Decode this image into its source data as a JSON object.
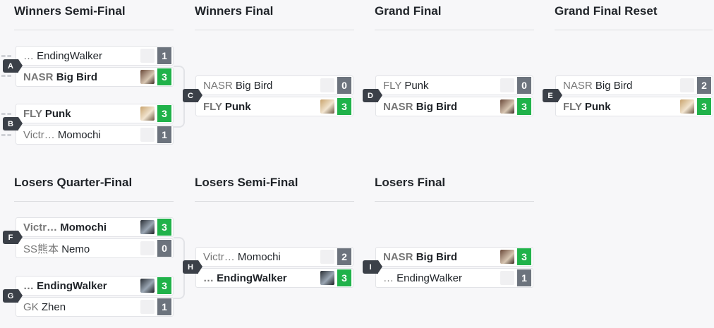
{
  "rounds": {
    "winners_semi": "Winners Semi-Final",
    "winners_final": "Winners Final",
    "grand_final": "Grand Final",
    "grand_final_reset": "Grand Final Reset",
    "losers_quarter": "Losers Quarter-Final",
    "losers_semi": "Losers Semi-Final",
    "losers_final": "Losers Final"
  },
  "matches": {
    "A": {
      "label": "A",
      "p1": {
        "prefix": "…",
        "name": "EndingWalker",
        "score": "1"
      },
      "p2": {
        "prefix": "NASR",
        "name": "Big Bird",
        "score": "3"
      }
    },
    "B": {
      "label": "B",
      "p1": {
        "prefix": "FLY",
        "name": "Punk",
        "score": "3"
      },
      "p2": {
        "prefix": "Victr…",
        "name": "Momochi",
        "score": "1"
      }
    },
    "C": {
      "label": "C",
      "p1": {
        "prefix": "NASR",
        "name": "Big Bird",
        "score": "0"
      },
      "p2": {
        "prefix": "FLY",
        "name": "Punk",
        "score": "3"
      }
    },
    "D": {
      "label": "D",
      "p1": {
        "prefix": "FLY",
        "name": "Punk",
        "score": "0"
      },
      "p2": {
        "prefix": "NASR",
        "name": "Big Bird",
        "score": "3"
      }
    },
    "E": {
      "label": "E",
      "p1": {
        "prefix": "NASR",
        "name": "Big Bird",
        "score": "2"
      },
      "p2": {
        "prefix": "FLY",
        "name": "Punk",
        "score": "3"
      }
    },
    "F": {
      "label": "F",
      "p1": {
        "prefix": "Victr…",
        "name": "Momochi",
        "score": "3"
      },
      "p2": {
        "prefix": "SS熊本",
        "name": "Nemo",
        "score": "0"
      }
    },
    "G": {
      "label": "G",
      "p1": {
        "prefix": "…",
        "name": "EndingWalker",
        "score": "3"
      },
      "p2": {
        "prefix": "GK",
        "name": "Zhen",
        "score": "1"
      }
    },
    "H": {
      "label": "H",
      "p1": {
        "prefix": "Victr…",
        "name": "Momochi",
        "score": "2"
      },
      "p2": {
        "prefix": "…",
        "name": "EndingWalker",
        "score": "3"
      }
    },
    "I": {
      "label": "I",
      "p1": {
        "prefix": "NASR",
        "name": "Big Bird",
        "score": "3"
      },
      "p2": {
        "prefix": "…",
        "name": "EndingWalker",
        "score": "1"
      }
    }
  },
  "colors": {
    "win": "#20b24a",
    "lose": "#6c737d",
    "badge": "#3b4048"
  }
}
